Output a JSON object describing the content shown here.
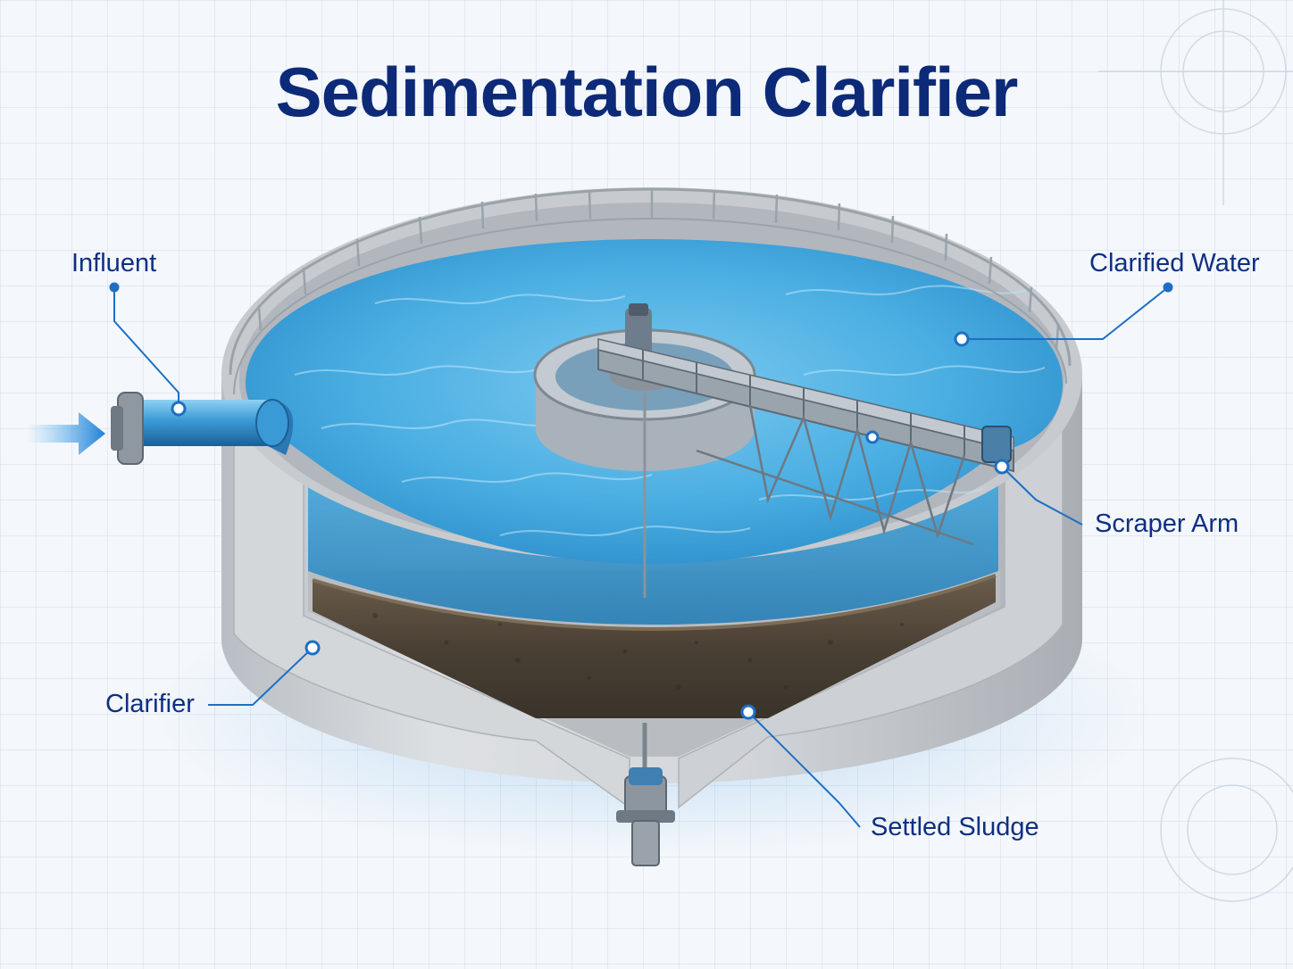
{
  "title": "Sedimentation Clarifier",
  "labels": {
    "influent": "Influent",
    "clarified_water": "Clarified Water",
    "scraper_arm": "Scraper Arm",
    "clarifier": "Clarifier",
    "settled_sludge": "Settled Sludge"
  },
  "colors": {
    "title": "#0d2a78",
    "label": "#0e2f82",
    "callout_line": "#1e6fc4",
    "water": "#3fa6dc",
    "concrete": "#c9cdd2",
    "sludge": "#4a4034"
  }
}
